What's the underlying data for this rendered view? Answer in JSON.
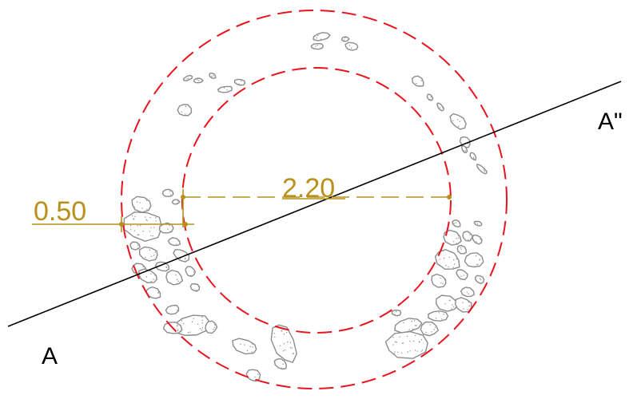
{
  "labels": {
    "section_start": "A",
    "section_end": "A\"",
    "inner_diameter": "2.20",
    "wall_thickness": "0.50"
  },
  "colors": {
    "ring": "#e8141e",
    "dimension": "#b8901a",
    "section_line": "#000000",
    "stone_outline": "#8c8c8c"
  }
}
